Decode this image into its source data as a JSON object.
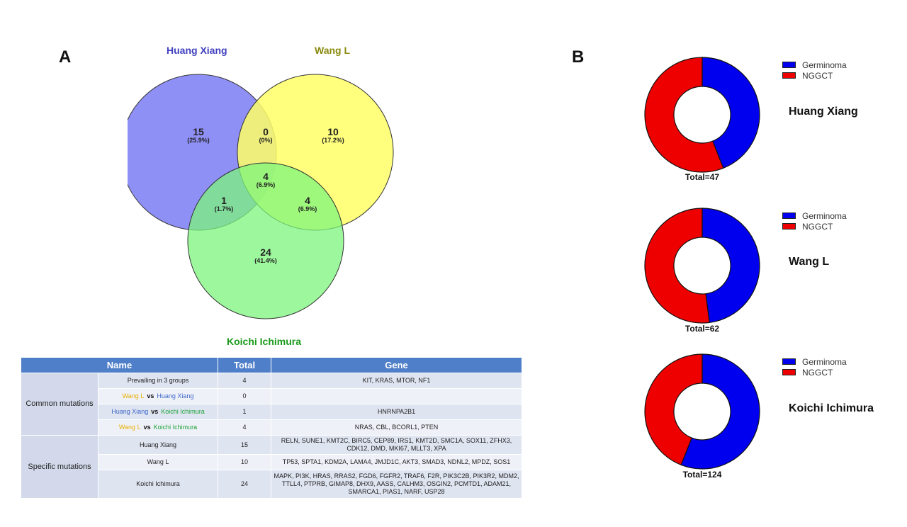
{
  "panels": {
    "a": "A",
    "b": "B"
  },
  "venn": {
    "sets": [
      "Huang Xiang",
      "Wang L",
      "Koichi Ichimura"
    ],
    "colors": {
      "huang": "#7b7cf4",
      "wang": "#ffff66",
      "koichi": "#7cf57c"
    },
    "regions": {
      "huang_only": {
        "count": "15",
        "pct": "(25.9%)"
      },
      "huang_wang": {
        "count": "0",
        "pct": "(0%)"
      },
      "wang_only": {
        "count": "10",
        "pct": "(17.2%)"
      },
      "all_three": {
        "count": "4",
        "pct": "(6.9%)"
      },
      "huang_koichi": {
        "count": "1",
        "pct": "(1.7%)"
      },
      "wang_koichi": {
        "count": "4",
        "pct": "(6.9%)"
      },
      "koichi_only": {
        "count": "24",
        "pct": "(41.4%)"
      }
    }
  },
  "table": {
    "headers": [
      "Name",
      "Total",
      "Gene"
    ],
    "groups": {
      "common": "Common mutations",
      "specific": "Specific mutations"
    },
    "vs": "vs",
    "rows": [
      {
        "name": "Prevailing in 3 groups",
        "total": "4",
        "gene": "KIT, KRAS, MTOR, NF1"
      },
      {
        "name_a": "Wang L",
        "name_b": "Huang Xiang",
        "total": "0",
        "gene": ""
      },
      {
        "name_a": "Huang Xiang",
        "name_b": "Koichi Ichimura",
        "total": "1",
        "gene": "HNRNPA2B1"
      },
      {
        "name_a": "Wang L",
        "name_b": "Koichi Ichimura",
        "total": "4",
        "gene": "NRAS, CBL, BCORL1, PTEN"
      },
      {
        "name": "Huang Xiang",
        "total": "15",
        "gene": "RELN, SUNE1, KMT2C, BIRC5, CEP89, IRS1, KMT2D, SMC1A, SOX11, ZFHX3, CDK12, DMD, MKI67, MLLT3, XPA"
      },
      {
        "name": "Wang L",
        "total": "10",
        "gene": "TP53, SPTA1, KDM2A, LAMA4, JMJD1C, AKT3, SMAD3, NDNL2, MPDZ, SOS1"
      },
      {
        "name": "Koichi Ichimura",
        "total": "24",
        "gene": "MAPK, PI3K, HRAS, RRAS2, FGD6, FGFR2, TRAF6, F2R, PIK3C2B, PIK3R2, MDM2, TTLL4, PTPRB, GIMAP8, DHX9, AASS, CALHM3, OSGIN2, PCMTD1, ADAM21, SMARCA1, PIAS1, NARF, USP28"
      }
    ]
  },
  "donuts": {
    "legend": [
      "Germinoma",
      "NGGCT"
    ],
    "colors": {
      "germinoma": "#0000ee",
      "nggct": "#ee0000"
    },
    "items": [
      {
        "label": "Huang Xiang",
        "total": "Total=47",
        "germinoma_fraction": 0.44
      },
      {
        "label": "Wang L",
        "total": "Total=62",
        "germinoma_fraction": 0.48
      },
      {
        "label": "Koichi Ichimura",
        "total": "Total=124",
        "germinoma_fraction": 0.56
      }
    ]
  }
}
